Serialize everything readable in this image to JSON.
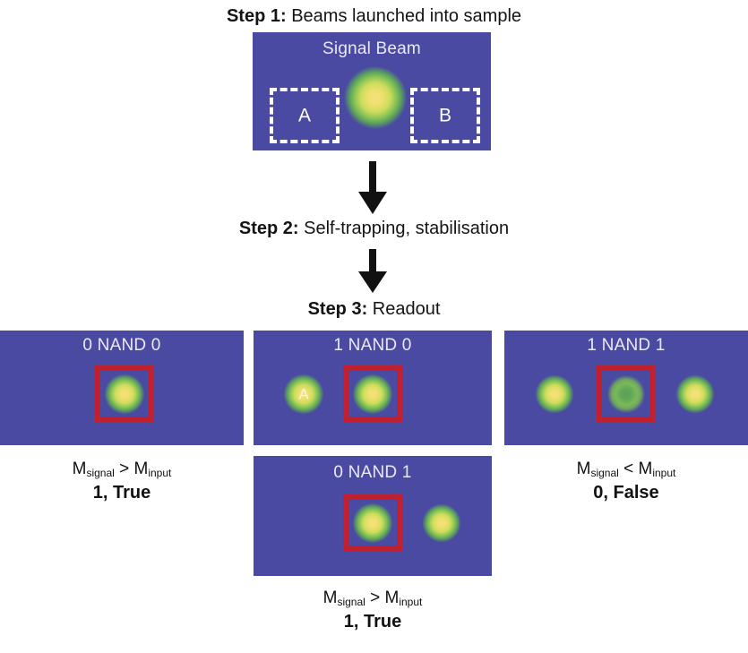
{
  "figure": {
    "title": "Optical NAND gate readout sequence",
    "background_color": "#ffffff",
    "sample_color": "#4a4aa2",
    "readout_box_color": "#c02030",
    "input_box_color": "#ffffff"
  },
  "steps": [
    {
      "label": "Step 1:",
      "text": " Beams launched into sample"
    },
    {
      "label": "Step 2:",
      "text": " Self-trapping, stabilisation"
    },
    {
      "label": "Step 3:",
      "text": " Readout"
    }
  ],
  "arrows": [
    {
      "name": "arrow-step1-to-step2",
      "direction": "down"
    },
    {
      "name": "arrow-step2-to-step3",
      "direction": "down"
    }
  ],
  "step1_panel": {
    "title": "Signal Beam",
    "input_windows": [
      {
        "label": "A"
      },
      {
        "label": "B"
      }
    ],
    "spots": [
      {
        "name": "signal-beam-spot",
        "intensity": "bright",
        "label": ""
      }
    ]
  },
  "readout_panels": [
    {
      "name": "panel-0-nand-0",
      "title": "0 NAND 0",
      "spots": [
        {
          "name": "signal-spot",
          "intensity": "bright",
          "label": "",
          "in_readout_box": true
        }
      ],
      "caption": {
        "comparison_left": "M",
        "comparison_left_sub": "signal",
        "operator": ">",
        "comparison_right": "M",
        "comparison_right_sub": "input",
        "verdict": "1, True"
      }
    },
    {
      "name": "panel-1-nand-0",
      "title": "1 NAND 0",
      "spots": [
        {
          "name": "input-a-spot",
          "intensity": "bright",
          "label": "A",
          "in_readout_box": false
        },
        {
          "name": "signal-spot",
          "intensity": "bright",
          "label": "",
          "in_readout_box": true
        }
      ],
      "caption": null
    },
    {
      "name": "panel-1-nand-1",
      "title": "1 NAND 1",
      "spots": [
        {
          "name": "input-a-spot",
          "intensity": "bright",
          "label": "",
          "in_readout_box": false
        },
        {
          "name": "signal-spot",
          "intensity": "dim",
          "label": "",
          "in_readout_box": true
        },
        {
          "name": "input-b-spot",
          "intensity": "bright",
          "label": "",
          "in_readout_box": false
        }
      ],
      "caption": {
        "comparison_left": "M",
        "comparison_left_sub": "signal",
        "operator": "<",
        "comparison_right": "M",
        "comparison_right_sub": "input",
        "verdict": "0, False"
      }
    },
    {
      "name": "panel-0-nand-1",
      "title": "0 NAND 1",
      "spots": [
        {
          "name": "signal-spot",
          "intensity": "bright",
          "label": "",
          "in_readout_box": true
        },
        {
          "name": "input-b-spot",
          "intensity": "bright",
          "label": "",
          "in_readout_box": false
        }
      ],
      "caption": {
        "comparison_left": "M",
        "comparison_left_sub": "signal",
        "operator": ">",
        "comparison_right": "M",
        "comparison_right_sub": "input",
        "verdict": "1, True"
      }
    }
  ]
}
